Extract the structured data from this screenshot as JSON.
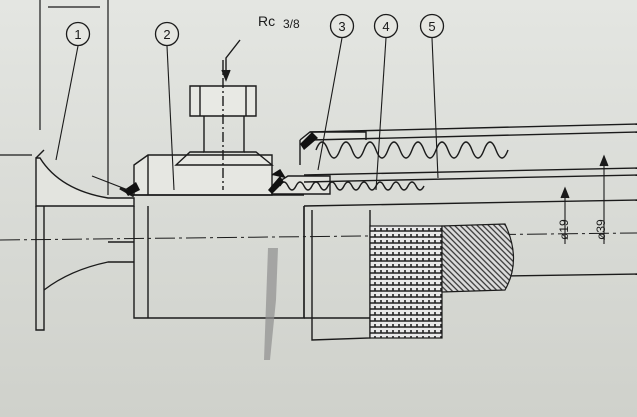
{
  "drawing": {
    "port_label": "Rc",
    "port_size": "3/8",
    "part_bubbles": [
      {
        "id": "1"
      },
      {
        "id": "2"
      },
      {
        "id": "3"
      },
      {
        "id": "4"
      },
      {
        "id": "5"
      }
    ],
    "dimensions": {
      "inner_diameter": "ø19",
      "outer_diameter": "ø39"
    }
  },
  "colors": {
    "paper": "#dfe1dc",
    "line": "#1b1b1b",
    "fill_dark": "#111111",
    "mesh_light": "#eeeeee"
  }
}
